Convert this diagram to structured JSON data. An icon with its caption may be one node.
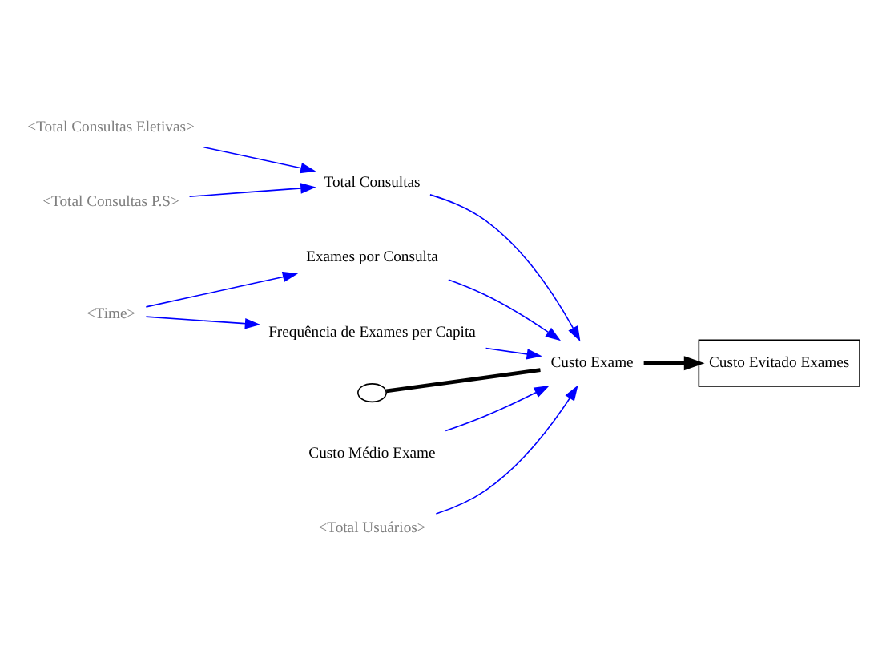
{
  "diagram": {
    "nodes": [
      {
        "text": [
          "<Total Consultas Eletivas>"
        ]
      },
      {
        "text": [
          "<Total Consultas P.S>"
        ]
      },
      {
        "text": [
          "Total Consultas"
        ]
      },
      {
        "text": [
          "Exames por Consulta"
        ]
      },
      {
        "text": [
          "<Time>"
        ]
      },
      {
        "text": [],
        "shape": "cloud"
      },
      {
        "text": [
          "Custo Exame"
        ]
      },
      {
        "text": [
          "Custo Evitado Exames"
        ]
      },
      {
        "text": [
          "Frequência de Exames per Capita"
        ]
      },
      {
        "text": [
          "Custo Médio Exame"
        ]
      },
      {
        "text": [
          "<Total Usuários>"
        ]
      }
    ],
    "edges": [
      {
        "from": 0,
        "to": 2,
        "arrow": "to"
      },
      {
        "from": 1,
        "to": 2,
        "arrow": "to"
      },
      {
        "from": 4,
        "to": 3,
        "arrow": "to"
      },
      {
        "from": 4,
        "to": 8,
        "arrow": "to"
      },
      {
        "from": 2,
        "to": 6,
        "arrow": "to"
      },
      {
        "from": 3,
        "to": 6,
        "arrow": "to"
      },
      {
        "from": 8,
        "to": 6,
        "arrow": "to"
      },
      {
        "from": 9,
        "to": 6,
        "arrow": "to"
      },
      {
        "from": 10,
        "to": 6,
        "arrow": "to"
      },
      {
        "from": 5,
        "to": 6,
        "arrow": "none",
        "style": "thick",
        "color": "#000000"
      },
      {
        "from": 6,
        "to": 7,
        "arrow": "to",
        "style": "thick",
        "color": "#000000"
      }
    ]
  }
}
